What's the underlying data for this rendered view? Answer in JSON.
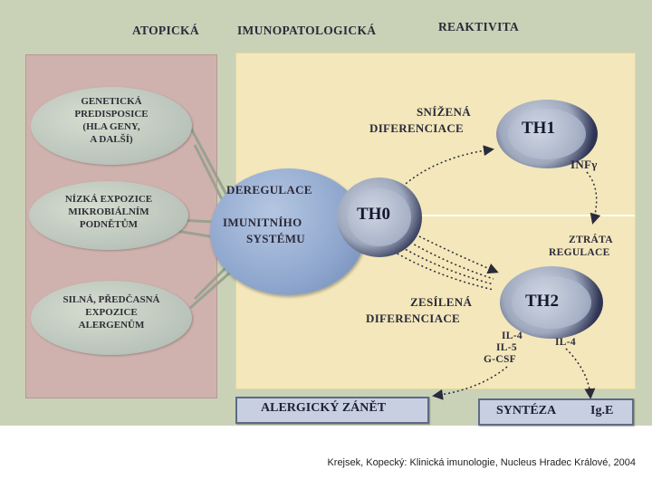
{
  "header": {
    "word1": "ATOPICKÁ",
    "word2": "IMUNOPATOLOGICKÁ",
    "word3": "REAKTIVITA"
  },
  "factors": [
    {
      "lines": [
        "GENETICKÁ",
        "PREDISPOSICE",
        "(HLA  GENY,",
        "A DALŠÍ)"
      ]
    },
    {
      "lines": [
        "NÍZKÁ EXPOZICE",
        "MIKROBIÁLNÍM",
        "PODNĚTŮM"
      ]
    },
    {
      "lines": [
        "SILNÁ,  PŘEDČASNÁ",
        "EXPOZICE",
        "ALERGENŮM"
      ]
    }
  ],
  "center": {
    "line1": "DEREGULACE",
    "line2": "IMUNITNÍHO",
    "line3": "SYSTÉMU"
  },
  "cells": {
    "th0": "TH0",
    "th1": "TH1",
    "th2": "TH2"
  },
  "labels": {
    "reduced_1": "SNÍŽENÁ",
    "reduced_2": "DIFERENCIACE",
    "enhanced_1": "ZESÍLENÁ",
    "enhanced_2": "DIFERENCIACE",
    "infg": "INFγ",
    "loss_1": "ZTRÁTA",
    "loss_2": "REGULACE",
    "il_left_1": "IL-4",
    "il_left_2": "IL-5",
    "il_left_3": "G-CSF",
    "il_right": "IL-4"
  },
  "outcomes": {
    "inflammation": "ALERGICKÝ   ZÁNĚT",
    "synthesis": "SYNTÉZA",
    "ige": "Ig.E"
  },
  "caption": "Krejsek, Kopecký: Klinická imunologie, Nucleus Hradec Králové, 2004"
}
